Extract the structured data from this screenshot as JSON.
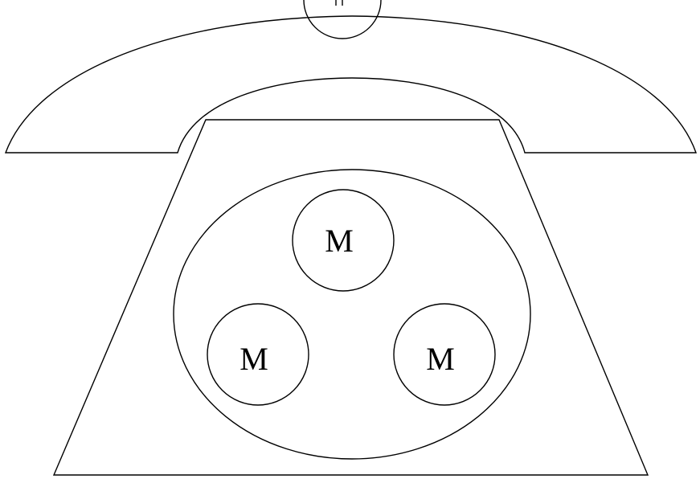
{
  "diagram": {
    "colors": {
      "stroke": "#000000",
      "background": "#ffffff"
    },
    "buttons": [
      {
        "label": "M"
      },
      {
        "label": "M"
      },
      {
        "label": "M"
      }
    ]
  }
}
